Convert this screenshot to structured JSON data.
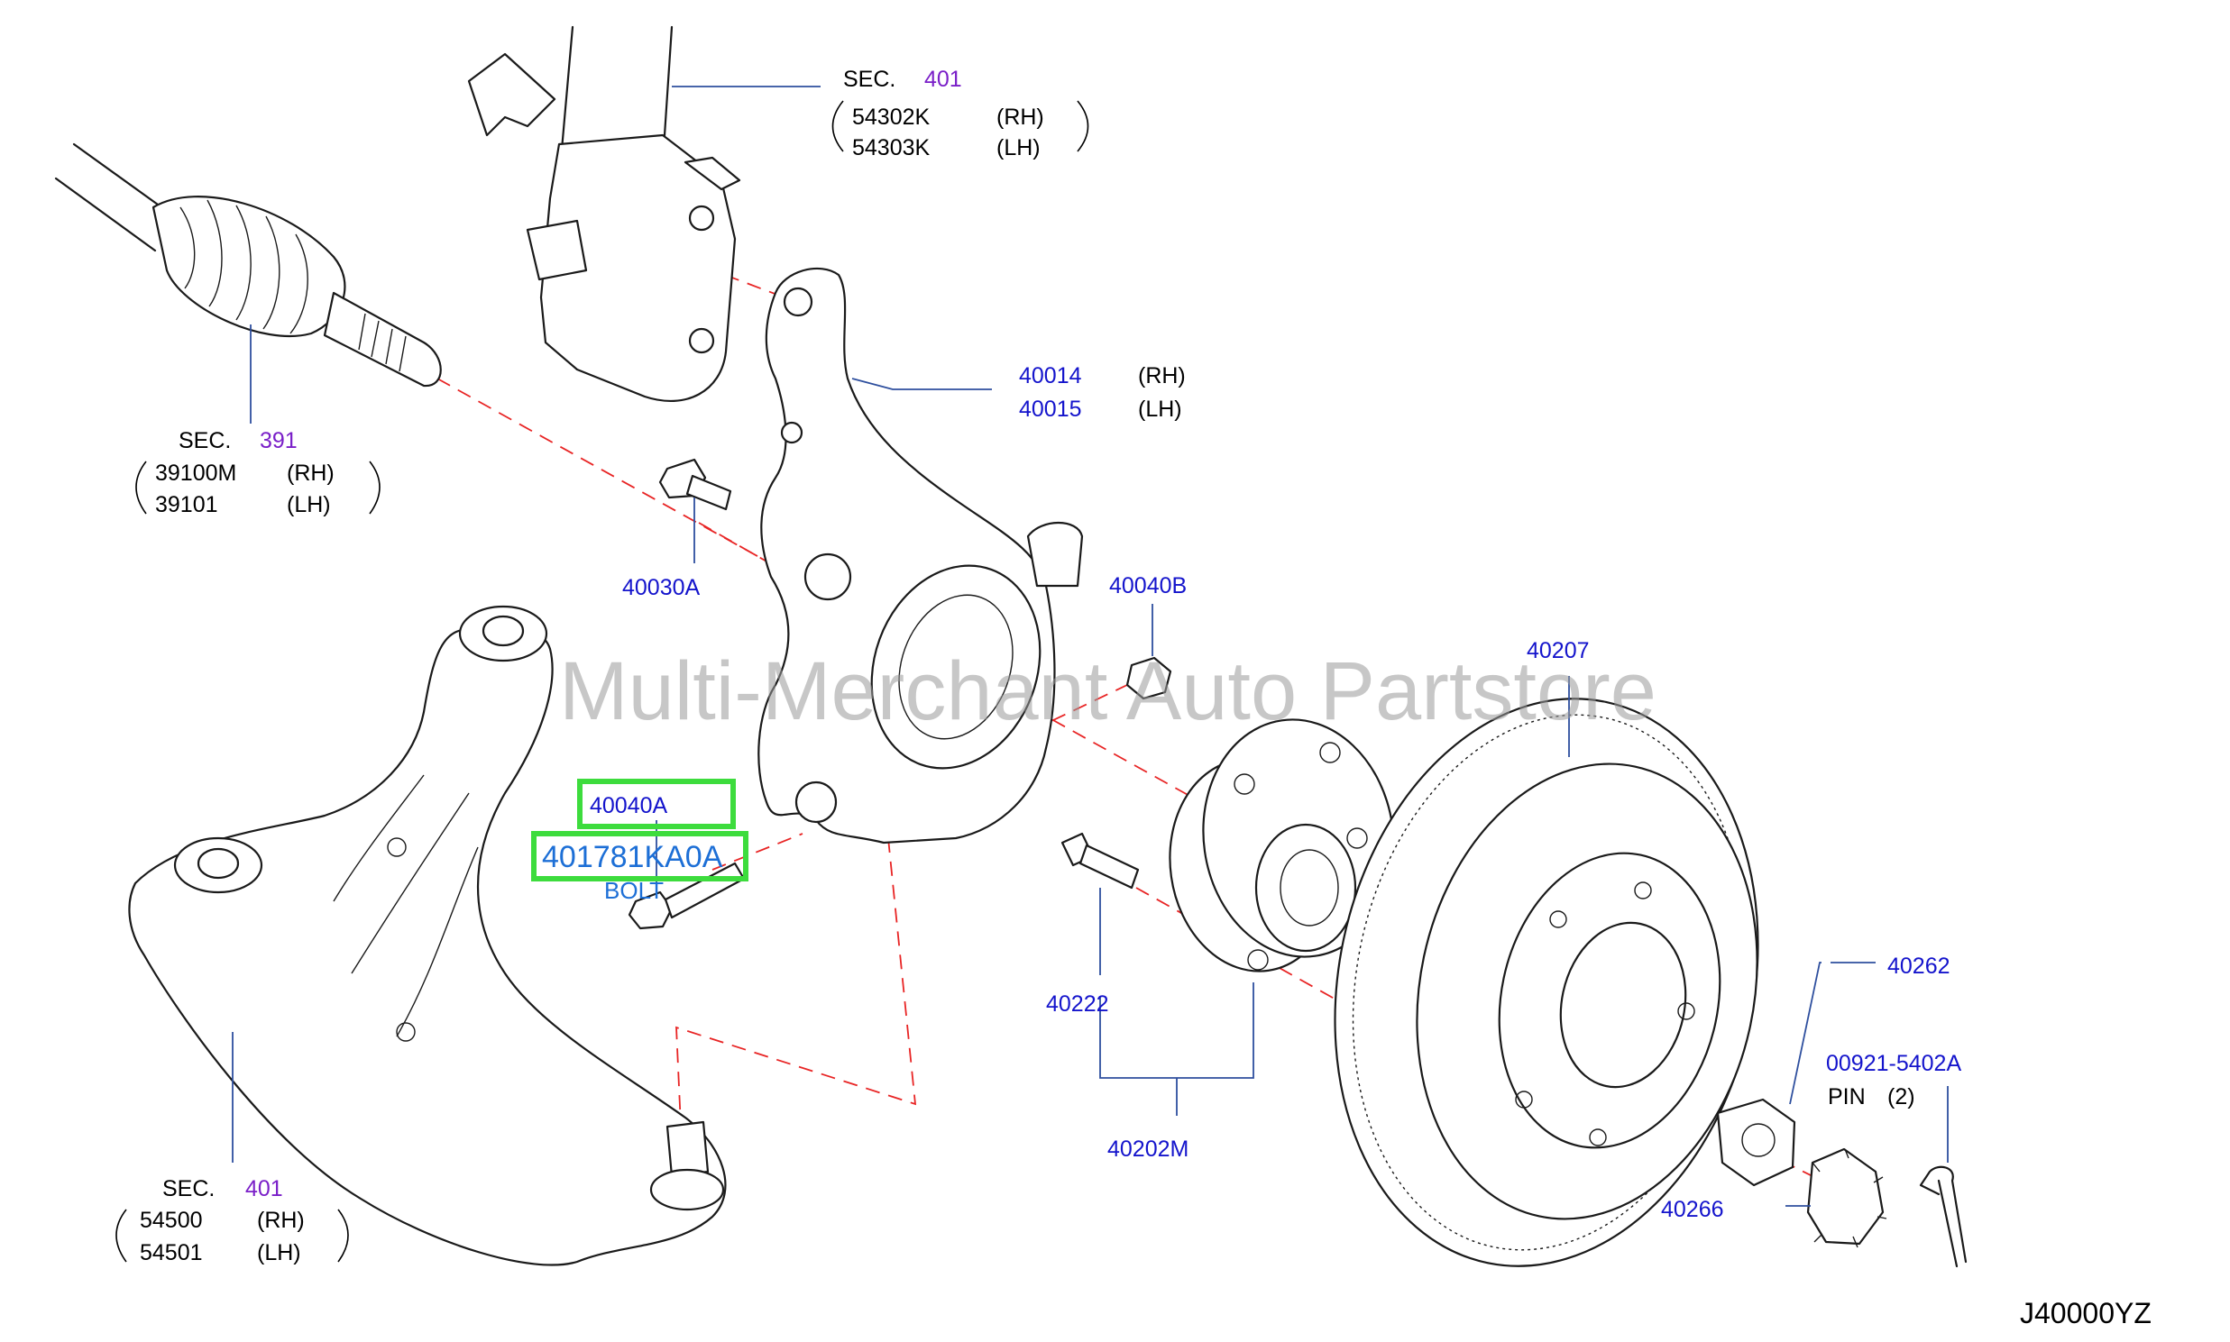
{
  "watermark": "Multi-Merchant Auto Partstore",
  "diagram_code": "J40000YZ",
  "callouts": {
    "strut": {
      "sec_label": "SEC.",
      "sec_num": "401",
      "rows": [
        {
          "part": "54302K",
          "side": "(RH)"
        },
        {
          "part": "54303K",
          "side": "(LH)"
        }
      ]
    },
    "driveshaft": {
      "sec_label": "SEC.",
      "sec_num": "391",
      "rows": [
        {
          "part": "39100M",
          "side": "(RH)"
        },
        {
          "part": "39101",
          "side": "(LH)"
        }
      ]
    },
    "lower_arm": {
      "sec_label": "SEC.",
      "sec_num": "401",
      "rows": [
        {
          "part": "54500",
          "side": "(RH)"
        },
        {
          "part": "54501",
          "side": "(LH)"
        }
      ]
    },
    "knuckle": {
      "rows": [
        {
          "part": "40014",
          "side": "(RH)"
        },
        {
          "part": "40015",
          "side": "(LH)"
        }
      ]
    },
    "bolt_30a": "40030A",
    "nut_40b": "40040B",
    "rotor": "40207",
    "stud": "40222",
    "hub": "40202M",
    "hub_nut": "40262",
    "nut_cap": "40266",
    "pin": {
      "part": "00921-5402A",
      "label": "PIN",
      "qty": "(2)"
    },
    "highlight_a": "40040A",
    "highlight_b": "401781KA0A",
    "bolt_label": "BOLT"
  },
  "colors": {
    "part_number": "#1414cc",
    "section_number": "#7a1fc8",
    "highlight_text": "#1d6fd6",
    "highlight_box": "#3ddc3d",
    "leader_line": "#2e4f9e",
    "axis_dash": "#e82424"
  }
}
